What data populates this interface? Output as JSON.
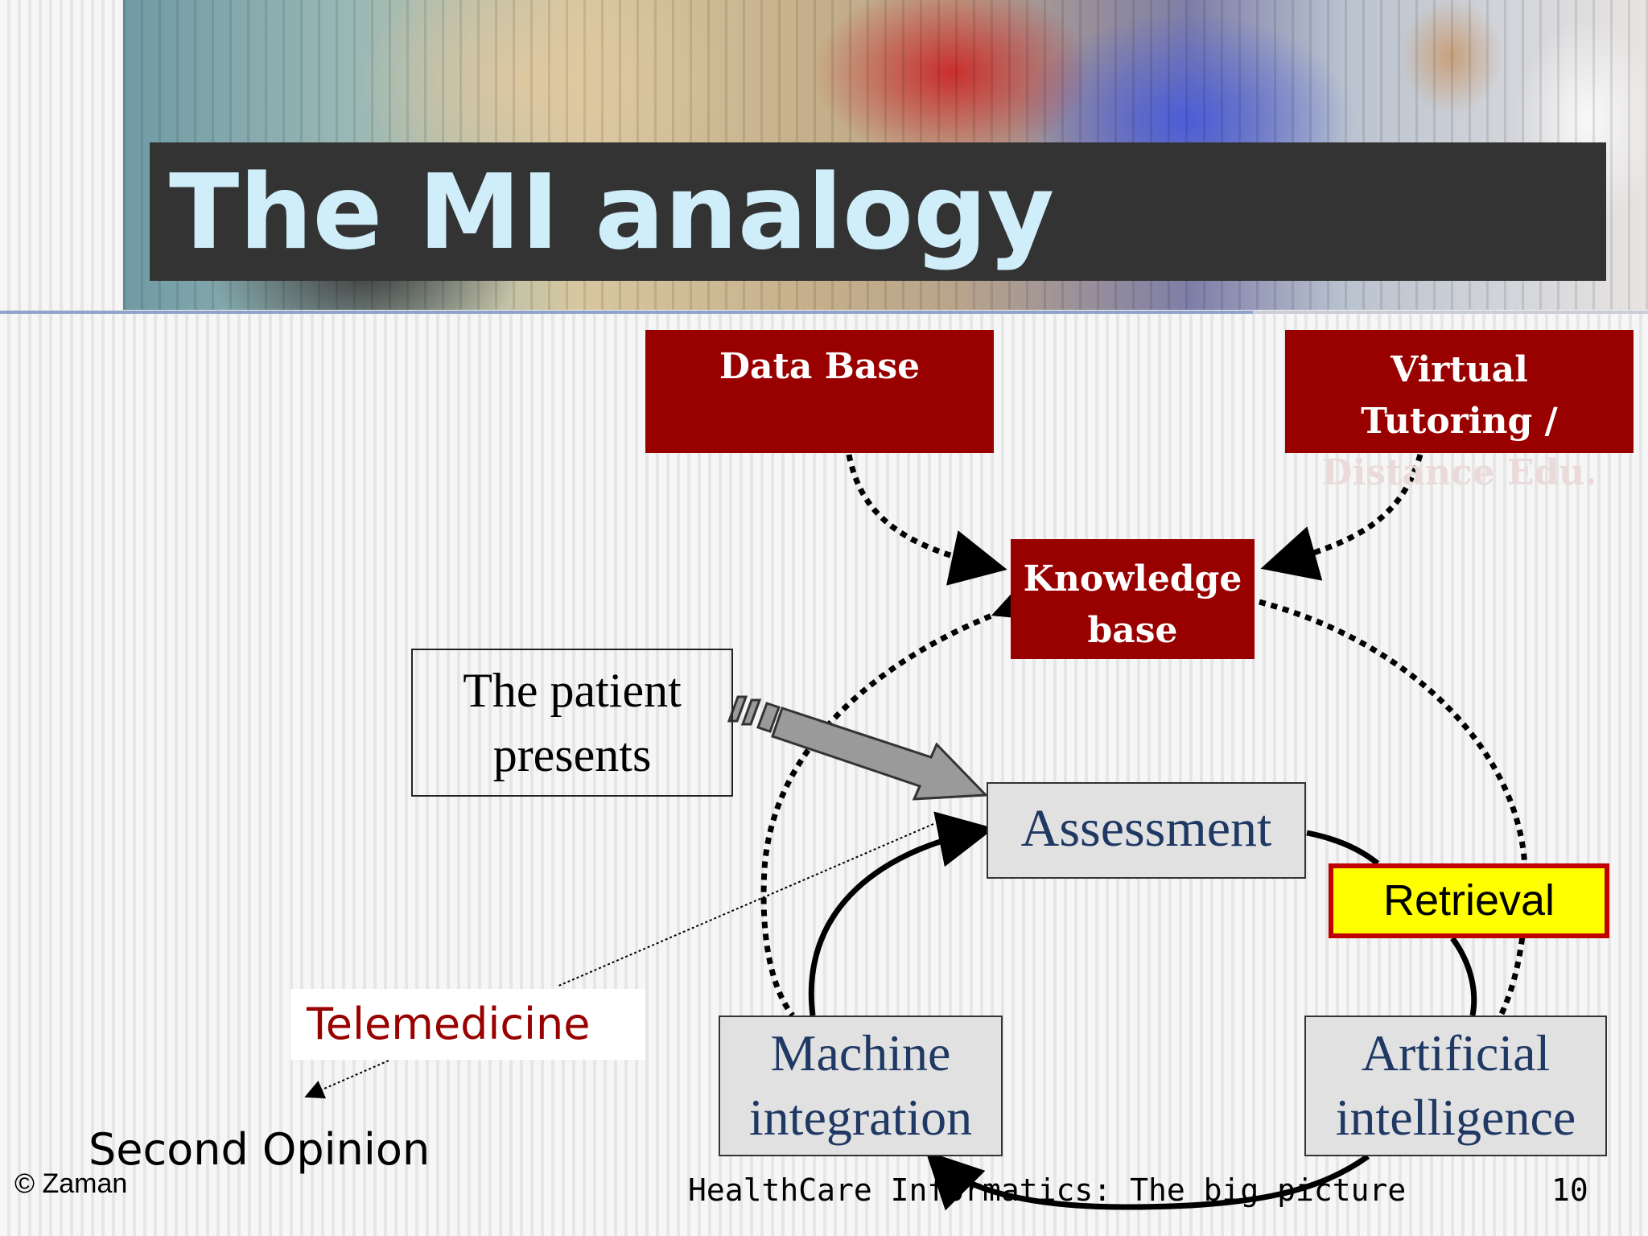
{
  "slide": {
    "title": "The MI analogy",
    "footer": "HealthCare Informatics: The big picture",
    "page_number": "10",
    "copyright": "© Zaman"
  },
  "diagram": {
    "database": "Data Base",
    "virtual_tutoring": {
      "line1": "Virtual",
      "line2": "Tutoring /",
      "line3": "Distance Edu."
    },
    "knowledge_base": {
      "line1": "Knowledge",
      "line2": "base"
    },
    "patient": {
      "line1": "The patient",
      "line2": "presents"
    },
    "assessment": "Assessment",
    "retrieval": "Retrieval",
    "machine_integration": {
      "line1": "Machine",
      "line2": "integration"
    },
    "artificial_intelligence": {
      "line1": "Artificial",
      "line2": "intelligence"
    },
    "telemedicine": "Telemedicine",
    "second_opinion": "Second Opinion"
  },
  "colors": {
    "title_bar": "#333333",
    "title_text": "#cfeefa",
    "red_box": "#990000",
    "grey_box": "#e1e1e1",
    "grey_box_text": "#1f3864",
    "retrieval_fill": "#ffff00",
    "retrieval_border": "#c00000",
    "telemedicine_text": "#990000"
  }
}
